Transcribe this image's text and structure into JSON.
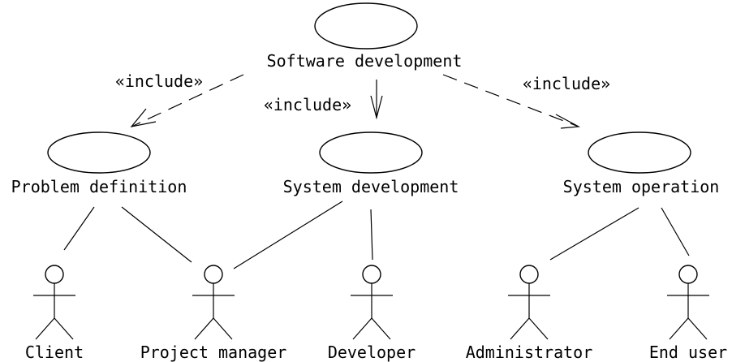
{
  "use_cases": {
    "software_development": "Software development",
    "problem_definition": "Problem definition",
    "system_development": "System development",
    "system_operation": "System operation"
  },
  "relations": {
    "include_left": "«include»",
    "include_center": "«include»",
    "include_right": "«include»"
  },
  "actors": {
    "client": "Client",
    "project_manager": "Project manager",
    "developer": "Developer",
    "administrator": "Administrator",
    "end_user": "End user"
  }
}
